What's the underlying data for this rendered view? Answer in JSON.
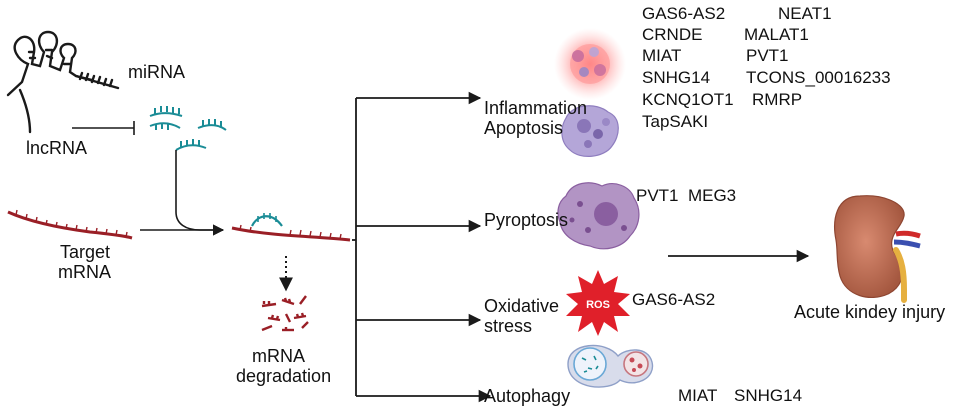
{
  "lncrna": {
    "label": "lncRNA"
  },
  "mirna": {
    "label": "miRNA"
  },
  "target_mrna": {
    "line1": "Target",
    "line2": "mRNA"
  },
  "degradation": {
    "line1": "mRNA",
    "line2": "degradation"
  },
  "outcomes": {
    "inflammation": "Inflammation",
    "apoptosis": "Apoptosis",
    "pyroptosis": "Pyroptosis",
    "oxidative_line1": "Oxidative",
    "oxidative_line2": "stress",
    "autophagy": "Autophagy"
  },
  "ros_label": "ROS",
  "inflammation_genes": [
    [
      "GAS6-AS2",
      "NEAT1"
    ],
    [
      "CRNDE",
      "MALAT1"
    ],
    [
      "MIAT",
      "PVT1"
    ],
    [
      "SNHG14",
      "TCONS_00016233"
    ],
    [
      "KCNQ1OT1",
      "RMRP"
    ],
    [
      "TapSAKI",
      ""
    ]
  ],
  "pyroptosis_genes": "PVT1  MEG3",
  "oxidative_genes": "GAS6-AS2",
  "autophagy_genes": [
    "MIAT",
    "SNHG14"
  ],
  "result": "Acute kindey injury",
  "colors": {
    "rna_dark": "#1a1a1a",
    "mirna_teal": "#1a8c96",
    "mrna_red": "#9a1f26",
    "ros_red": "#e0202a",
    "cell_purple": "#9b86c4",
    "pyro_purple": "#8a5fa0",
    "glow": "#ff6b6b",
    "kidney": "#b8684f",
    "ureter": "#e6b040",
    "vessel_red": "#d02a2a",
    "vessel_blue": "#3a4fb0"
  }
}
